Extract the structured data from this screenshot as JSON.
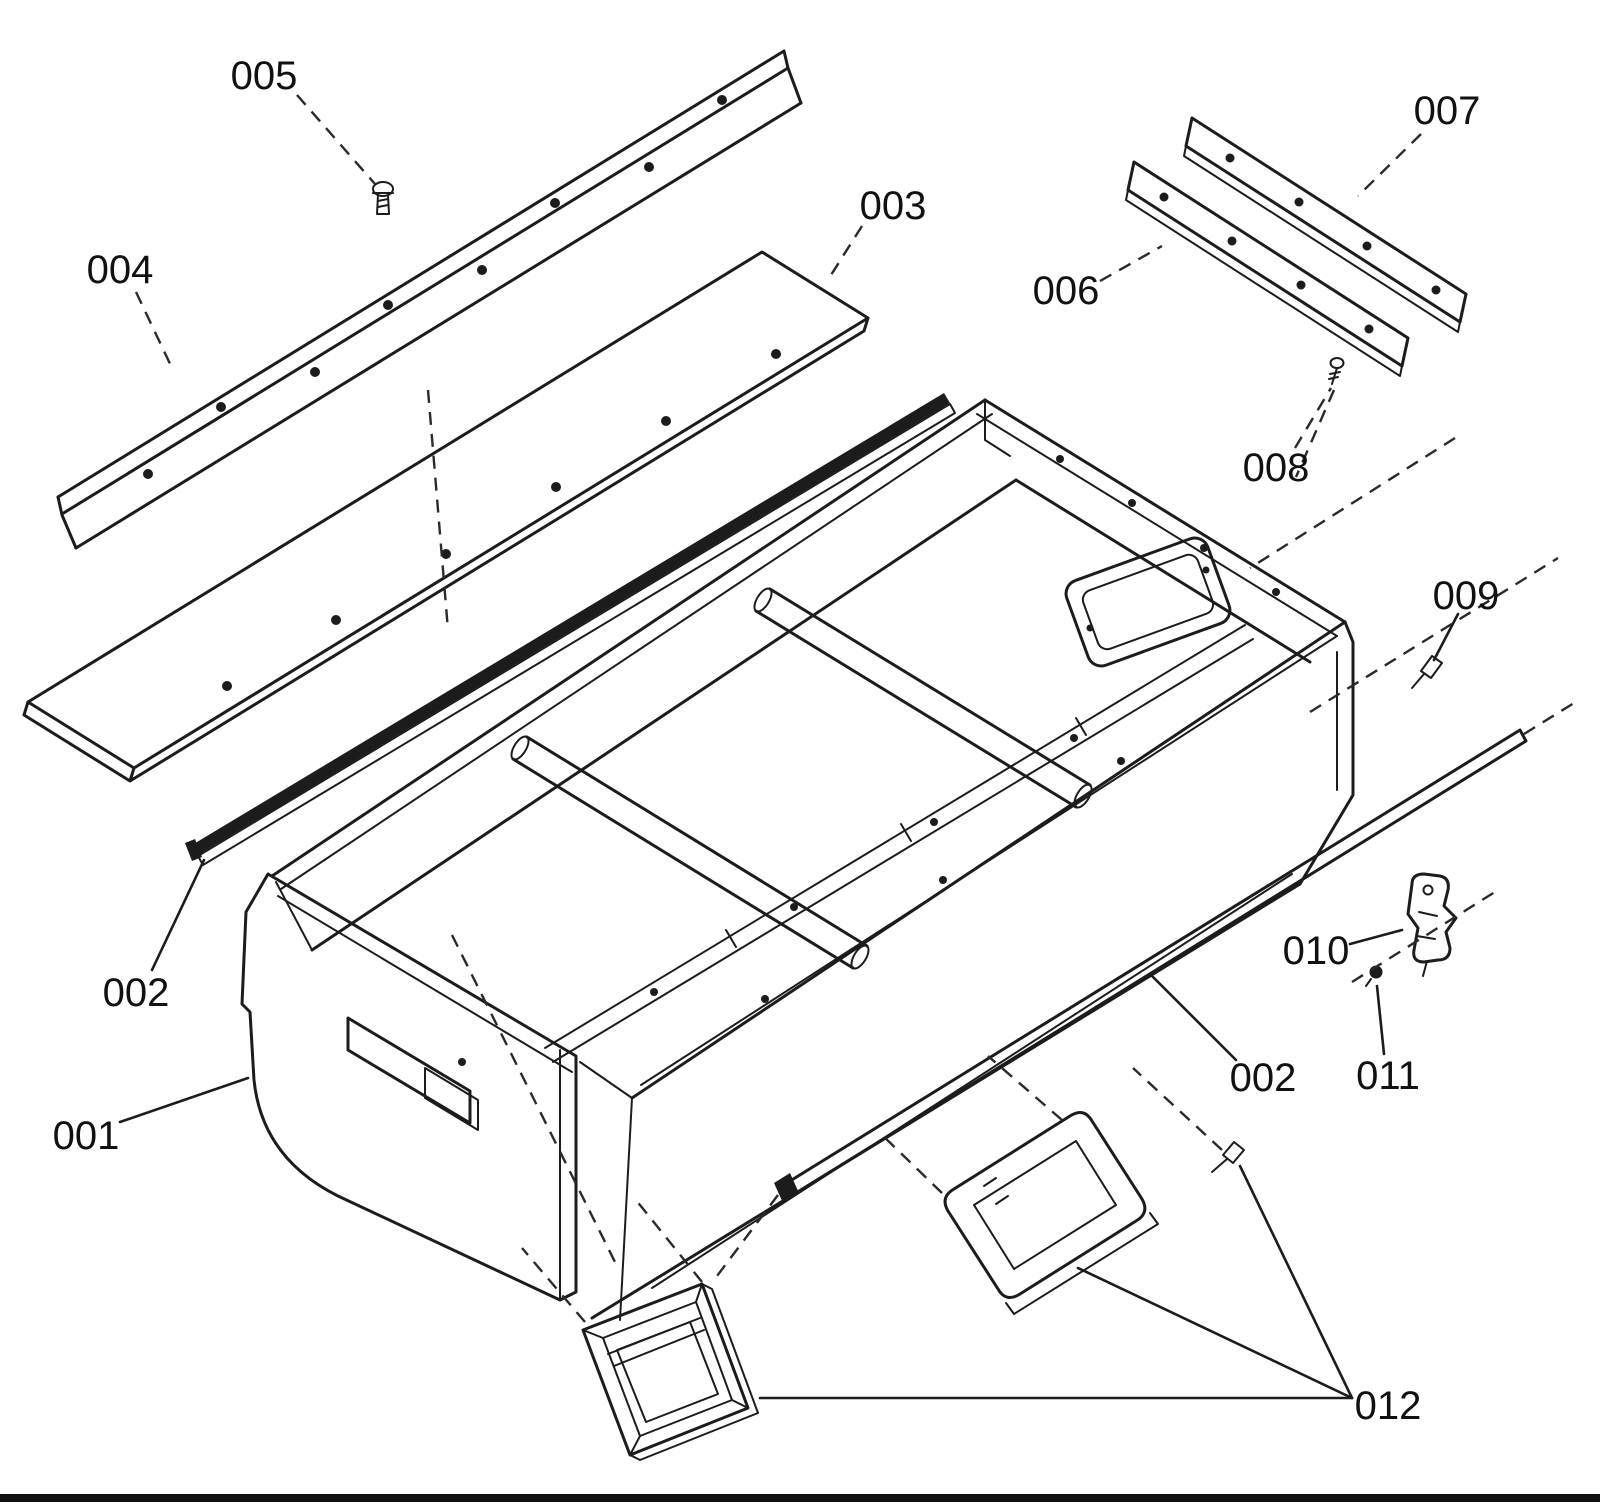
{
  "figure": {
    "type": "exploded-parts-diagram",
    "background_color": "#ffffff",
    "line_color": "#1c1c1c",
    "label_color": "#111111",
    "labels": {
      "l001": {
        "text": "001"
      },
      "l002a": {
        "text": "002"
      },
      "l002b": {
        "text": "002"
      },
      "l003": {
        "text": "003"
      },
      "l004": {
        "text": "004"
      },
      "l005": {
        "text": "005"
      },
      "l006": {
        "text": "006"
      },
      "l007": {
        "text": "007"
      },
      "l008": {
        "text": "008"
      },
      "l009": {
        "text": "009"
      },
      "l010": {
        "text": "010"
      },
      "l011": {
        "text": "011"
      },
      "l012": {
        "text": "012"
      }
    }
  }
}
